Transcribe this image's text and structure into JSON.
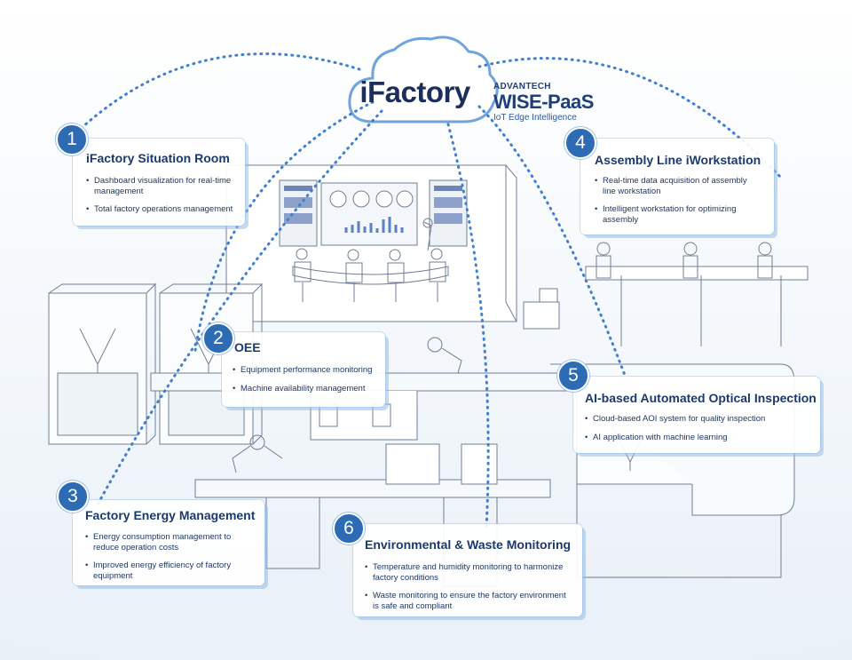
{
  "title": "iFactory",
  "brand": {
    "maker": "ADVANTECH",
    "product": "WISE-PaaS",
    "tagline": "IoT Edge Intelligence"
  },
  "colors": {
    "accent": "#2d6bb5",
    "title": "#1c2f5a",
    "text": "#1b3a6b",
    "connector": "#3f7fd0"
  },
  "sections": [
    {
      "number": "1",
      "title": "iFactory Situation Room",
      "bullets": [
        "Dashboard visualization for real-time management",
        "Total factory operations management"
      ]
    },
    {
      "number": "2",
      "title": "OEE",
      "bullets": [
        "Equipment performance monitoring",
        "Machine availability management"
      ]
    },
    {
      "number": "3",
      "title": "Factory Energy  Management",
      "bullets": [
        "Energy consumption management to reduce operation costs",
        "Improved energy efficiency of factory equipment"
      ]
    },
    {
      "number": "4",
      "title": "Assembly Line iWorkstation",
      "bullets": [
        "Real-time data acquisition of assembly line workstation",
        "Intelligent workstation for optimizing assembly"
      ]
    },
    {
      "number": "5",
      "title": "AI-based Automated Optical Inspection",
      "bullets": [
        "Cloud-based AOI system for quality inspection",
        "AI application with machine learning"
      ]
    },
    {
      "number": "6",
      "title": "Environmental & Waste Monitoring",
      "bullets": [
        "Temperature and humidity monitoring to harmonize factory conditions",
        "Waste monitoring to ensure the factory environment is safe and compliant"
      ]
    }
  ]
}
